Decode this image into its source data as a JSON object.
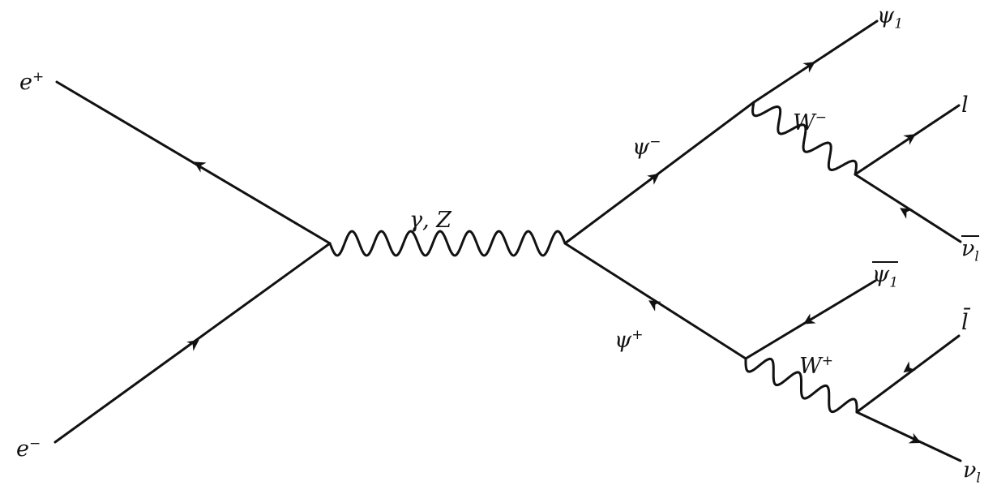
{
  "labels": {
    "e_plus": {
      "base": "e",
      "sup": "+"
    },
    "e_minus": {
      "base": "e",
      "sup": "−"
    },
    "boson": "γ, Z",
    "psi_minus": {
      "base": "ψ",
      "sup": "−"
    },
    "psi_plus": {
      "base": "ψ",
      "sup": "+"
    },
    "psi_1": {
      "base": "ψ",
      "sub": "1"
    },
    "psi_1_bar": {
      "base": "ψ",
      "sub": "1"
    },
    "w_minus": {
      "base": "W",
      "sup": "−"
    },
    "w_plus": {
      "base": "W",
      "sup": "+"
    },
    "lepton": "l",
    "lepton_bar": "l̄",
    "nu_l_bar": {
      "base": "ν",
      "sub": "l"
    },
    "nu_l": {
      "base": "ν",
      "sub": "l"
    }
  },
  "colors": {
    "line": "#111111",
    "background": "#ffffff"
  }
}
